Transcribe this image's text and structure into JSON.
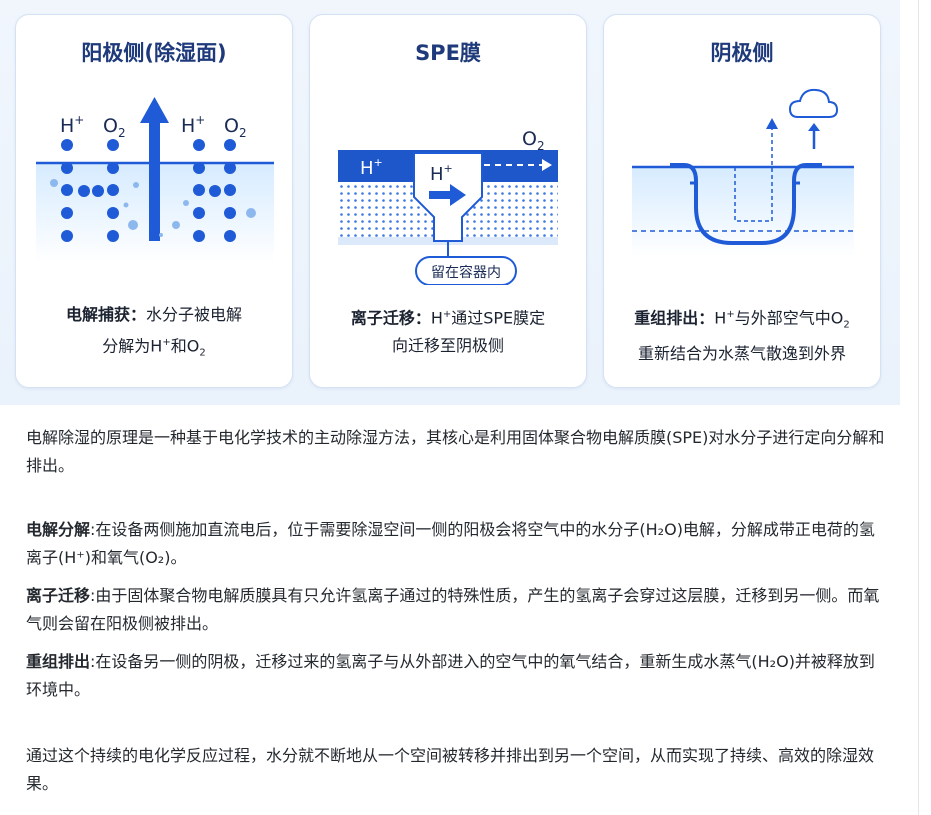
{
  "panels": [
    {
      "title": "阳极侧(除湿面)",
      "labels": {
        "h1": "H",
        "plus": "+",
        "o1": "O",
        "sub2": "2",
        "h2": "H",
        "o2": "O"
      },
      "caption": {
        "term": "电解捕获：",
        "line1": "水分子被电解",
        "line2a": "分解为H",
        "sup": "+",
        "line2b": "和O",
        "sub": "2"
      }
    },
    {
      "title": "SPE膜",
      "labels": {
        "o2": "O",
        "sub2": "2",
        "h_left": "H",
        "h_center": "H",
        "plus": "+",
        "retain": "留在容器内"
      },
      "caption": {
        "term": "离子迁移：",
        "line1a": "H",
        "sup": "+",
        "line1b": "通过SPE膜定",
        "line2": "向迁移至阴极侧"
      }
    },
    {
      "title": "阴极侧",
      "caption": {
        "term": "重组排出：",
        "line1a": "H",
        "sup": "+",
        "line1b": "与外部空气中O",
        "sub": "2",
        "line2": "重新结合为水蒸气散逸到外界"
      }
    }
  ],
  "article": {
    "intro": "电解除湿的原理是一种基于电化学技术的主动除湿方法，其核心是利用固体聚合物电解质膜(SPE)对水分子进行定向分解和排出。",
    "p1_term": "电解分解",
    "p1_text": ":在设备两侧施加直流电后，位于需要除湿空间一侧的阳极会将空气中的水分子(H₂O)电解，分解成带正电荷的氢离子(H⁺)和氧气(O₂)。",
    "p2_term": "离子迁移",
    "p2_text": ":由于固体聚合物电解质膜具有只允许氢离子通过的特殊性质，产生的氢离子会穿过这层膜，迁移到另一侧。而氧气则会留在阳极侧被排出。",
    "p3_term": "重组排出",
    "p3_text": ":在设备另一侧的阴极，迁移过来的氢离子与从外部进入的空气中的氧气结合，重新生成水蒸气(H₂O)并被释放到环境中。",
    "conclusion": "通过这个持续的电化学反应过程，水分就不断地从一个空间被转移并排出到另一个空间，从而实现了持续、高效的除湿效果。"
  },
  "colors": {
    "title": "#1e3a7b",
    "blue": "#1f5bd6",
    "light_water": "#dceeff",
    "dark_band": "#1d57c9"
  }
}
